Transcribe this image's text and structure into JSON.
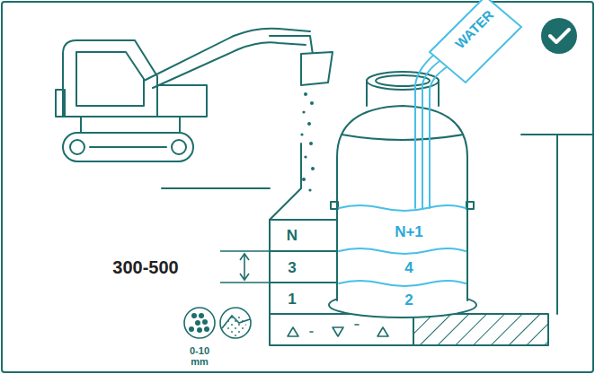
{
  "diagram": {
    "labels": [
      "WATER",
      "N",
      "3",
      "1",
      "N+1",
      "4",
      "2",
      "300-500",
      "0-10 mm"
    ]
  }
}
